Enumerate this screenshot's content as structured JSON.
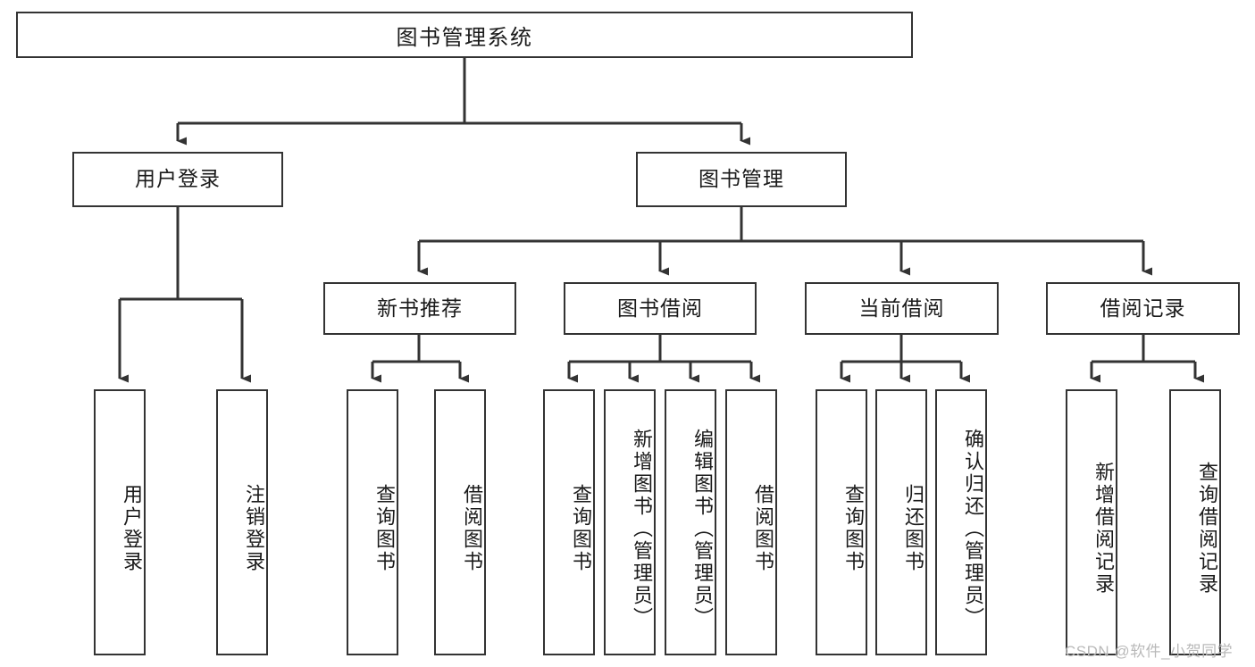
{
  "diagram": {
    "type": "tree",
    "title": "图书管理系统",
    "root": {
      "label": "图书管理系统"
    },
    "level2": [
      {
        "label": "用户登录"
      },
      {
        "label": "图书管理"
      }
    ],
    "level3": [
      {
        "label": "新书推荐"
      },
      {
        "label": "图书借阅"
      },
      {
        "label": "当前借阅"
      },
      {
        "label": "借阅记录"
      }
    ],
    "leaves": {
      "user_login": [
        {
          "label": "用户登录"
        },
        {
          "label": "注销登录"
        }
      ],
      "new_book": [
        {
          "label": "查询图书"
        },
        {
          "label": "借阅图书"
        }
      ],
      "book_borrow": [
        {
          "label": "查询图书"
        },
        {
          "label": "新增图书（管理员）"
        },
        {
          "label": "编辑图书（管理员）"
        },
        {
          "label": "借阅图书"
        }
      ],
      "current_borrow": [
        {
          "label": "查询图书"
        },
        {
          "label": "归还图书"
        },
        {
          "label": "确认归还（管理员）"
        }
      ],
      "borrow_record": [
        {
          "label": "新增借阅记录"
        },
        {
          "label": "查询借阅记录"
        }
      ]
    }
  },
  "watermark": {
    "text": "CSDN @软件_小贺同学"
  },
  "colors": {
    "border": "#333333",
    "fill": "#ffffff",
    "text": "#1a1a1a",
    "watermark": "#b9b9b9"
  }
}
